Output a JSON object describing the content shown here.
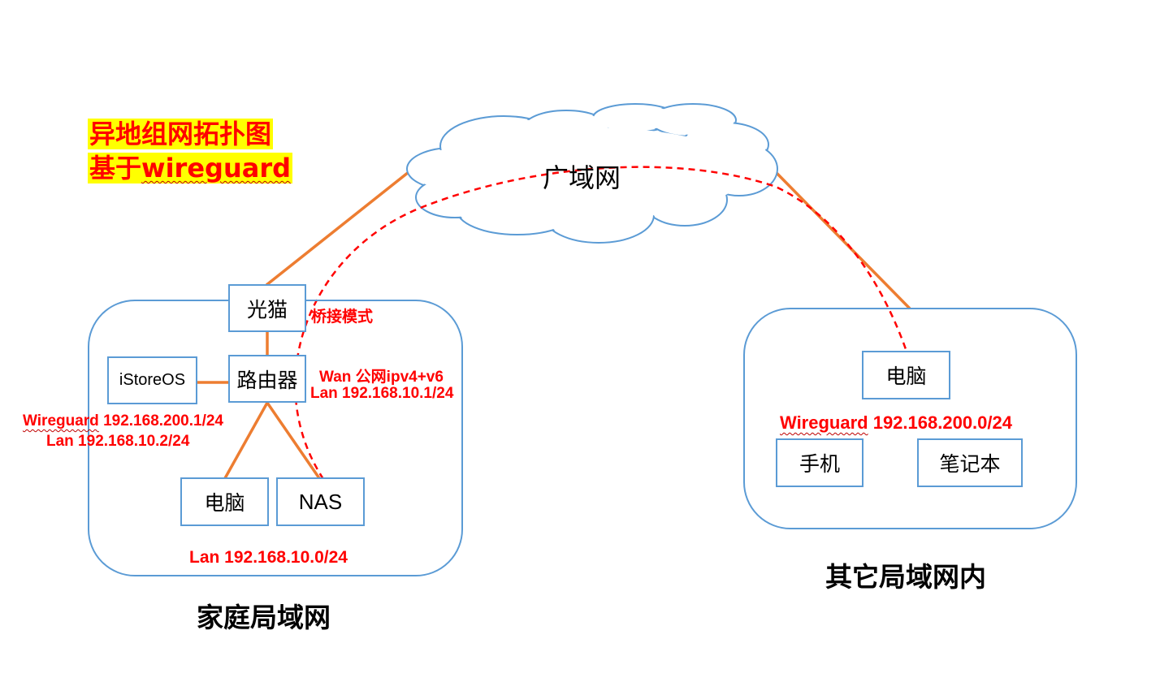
{
  "title": {
    "line1": "异地组网拓扑图",
    "line2_prefix": "基于",
    "line2_word": "wireguard"
  },
  "cloud": {
    "label": "广域网"
  },
  "home_lan": {
    "caption": "家庭局域网",
    "modem": "光猫",
    "modem_mode": "桥接模式",
    "router": "路由器",
    "router_wan": "Wan 公网ipv4+v6",
    "router_lan": "Lan 192.168.10.1/24",
    "istoreos": "iStoreOS",
    "istoreos_wg_word": "Wireguard",
    "istoreos_wg_addr": " 192.168.200.1/24",
    "istoreos_lan": "Lan 192.168.10.2/24",
    "pc": "电脑",
    "nas": "NAS",
    "subnet": "Lan 192.168.10.0/24"
  },
  "remote_lan": {
    "caption": "其它局域网内",
    "pc": "电脑",
    "wg_word": "Wireguard",
    "wg_addr": " 192.168.200.0/24",
    "phone": "手机",
    "laptop": "笔记本"
  },
  "colors": {
    "link": "#ed7d31",
    "outline": "#5b9bd5",
    "tunnel": "#ff0000",
    "highlight": "#ffff00"
  }
}
